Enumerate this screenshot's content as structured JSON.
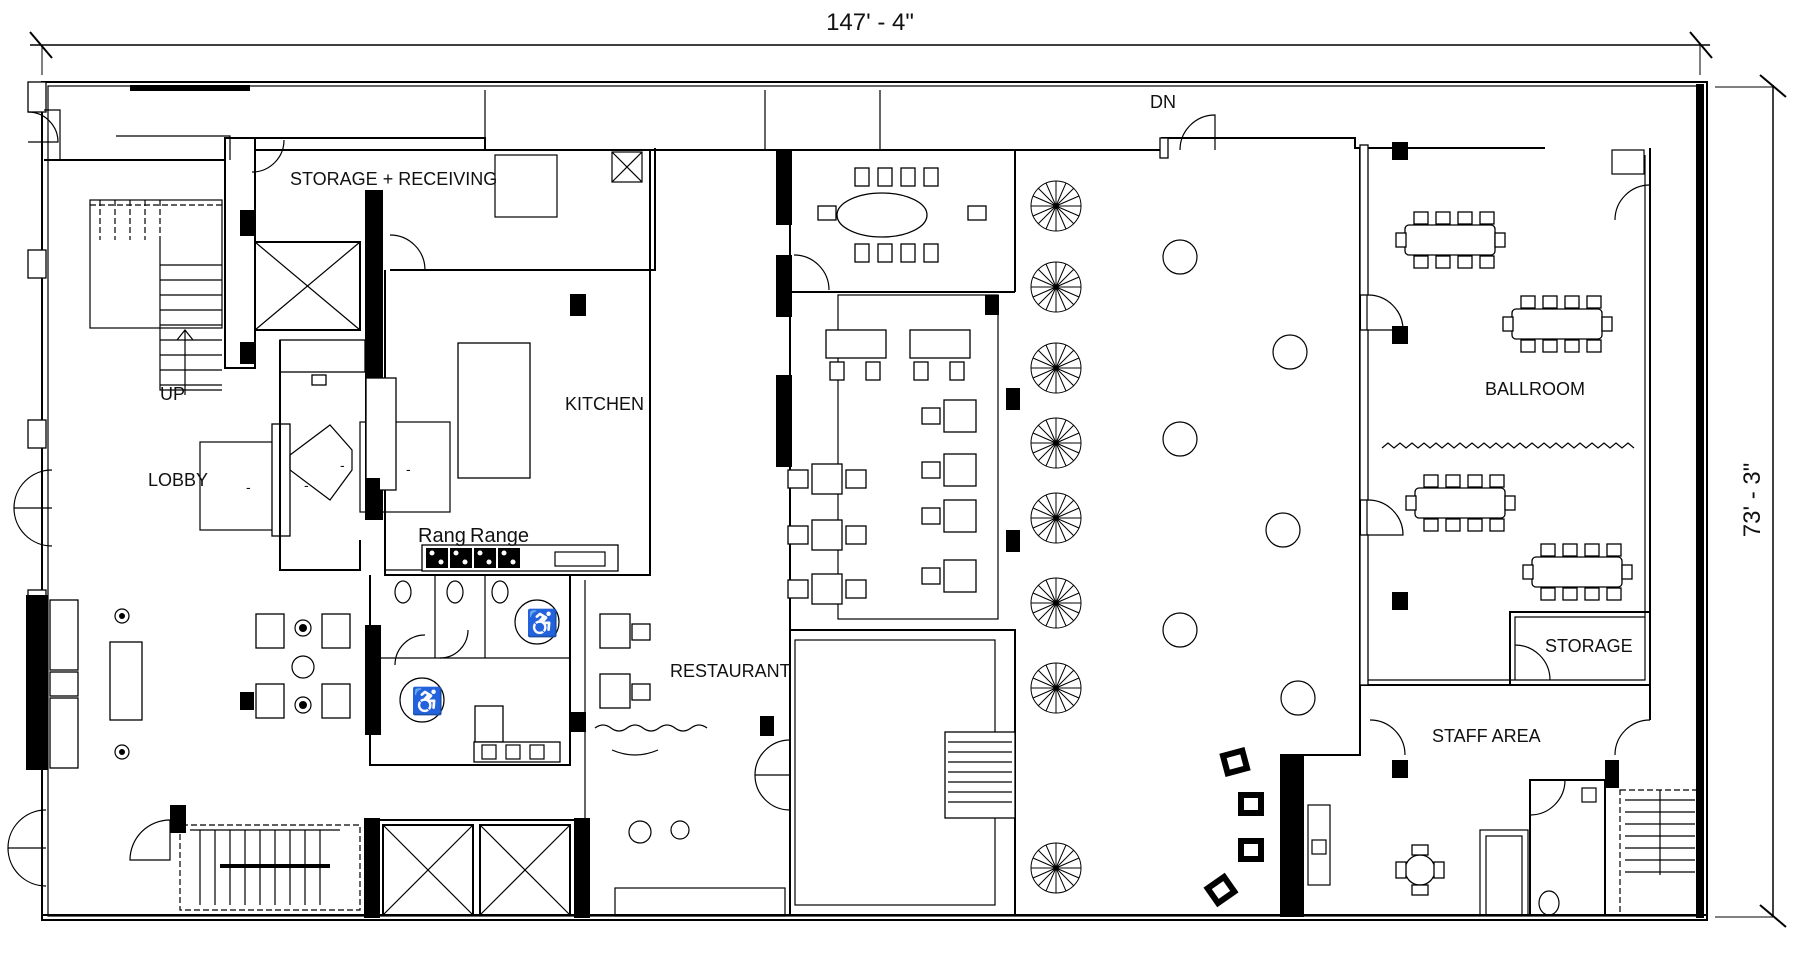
{
  "dimensions": {
    "width": "147' - 4\"",
    "height": "73' - 3\""
  },
  "stairs": {
    "up": "UP",
    "down": "DN"
  },
  "rooms": {
    "storage_receiving": "STORAGE + RECEIVING",
    "kitchen": "KITCHEN",
    "lobby": "LOBBY",
    "restaurant": "RESTAURANT",
    "ballroom": "BALLROOM",
    "storage": "STORAGE",
    "staff_area": "STAFF AREA"
  },
  "appliance_labels": [
    "Rang",
    "Range"
  ],
  "door_tag": "-"
}
